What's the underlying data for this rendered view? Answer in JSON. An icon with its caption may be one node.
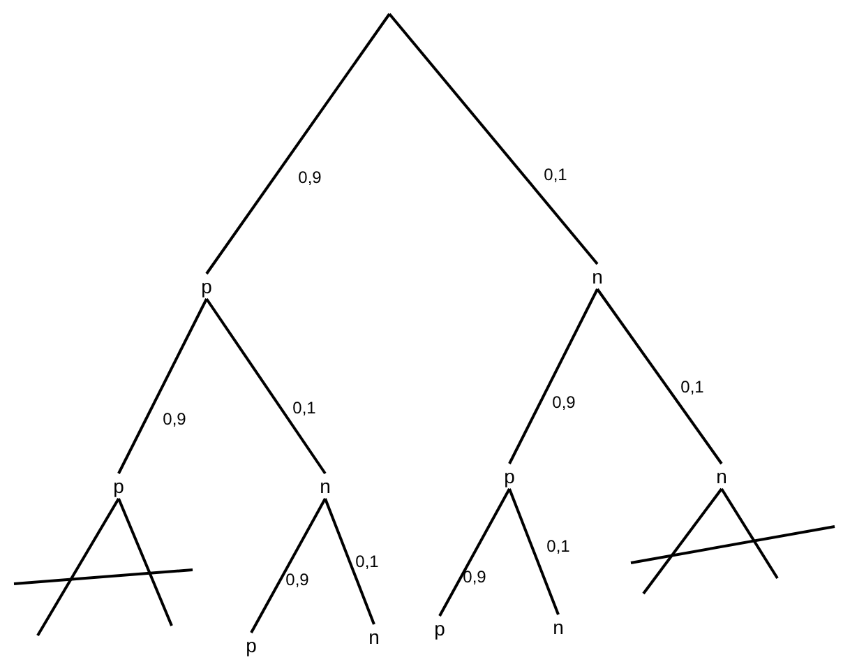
{
  "diagram": {
    "nodes": [
      {
        "text": [
          "p"
        ]
      },
      {
        "text": [
          "n"
        ]
      },
      {
        "text": [
          "p"
        ]
      },
      {
        "text": [
          "n"
        ]
      },
      {
        "text": [
          "p"
        ]
      },
      {
        "text": [
          "n"
        ]
      },
      {
        "text": [
          "p"
        ]
      },
      {
        "text": [
          "n"
        ]
      },
      {
        "text": [
          "p"
        ]
      },
      {
        "text": [
          "n"
        ]
      }
    ],
    "edges": [
      {
        "from": null,
        "to": 0,
        "arrow": "none",
        "label": "0,9"
      },
      {
        "from": null,
        "to": 1,
        "arrow": "none",
        "label": "0,1"
      },
      {
        "from": 0,
        "to": 2,
        "arrow": "none",
        "label": "0,9"
      },
      {
        "from": 0,
        "to": 3,
        "arrow": "none",
        "label": "0,1"
      },
      {
        "from": 1,
        "to": 4,
        "arrow": "none",
        "label": "0,9"
      },
      {
        "from": 1,
        "to": 5,
        "arrow": "none",
        "label": "0,1"
      },
      {
        "from": 2,
        "to": null,
        "arrow": "none"
      },
      {
        "from": 2,
        "to": null,
        "arrow": "none"
      },
      {
        "from": 3,
        "to": 6,
        "arrow": "none",
        "label": "0,9"
      },
      {
        "from": 3,
        "to": 7,
        "arrow": "none",
        "label": "0,1"
      },
      {
        "from": 4,
        "to": 8,
        "arrow": "none",
        "label": "0,9"
      },
      {
        "from": 4,
        "to": 9,
        "arrow": "none",
        "label": "0,1"
      },
      {
        "from": 5,
        "to": null,
        "arrow": "none"
      },
      {
        "from": 5,
        "to": null,
        "arrow": "none"
      }
    ]
  }
}
